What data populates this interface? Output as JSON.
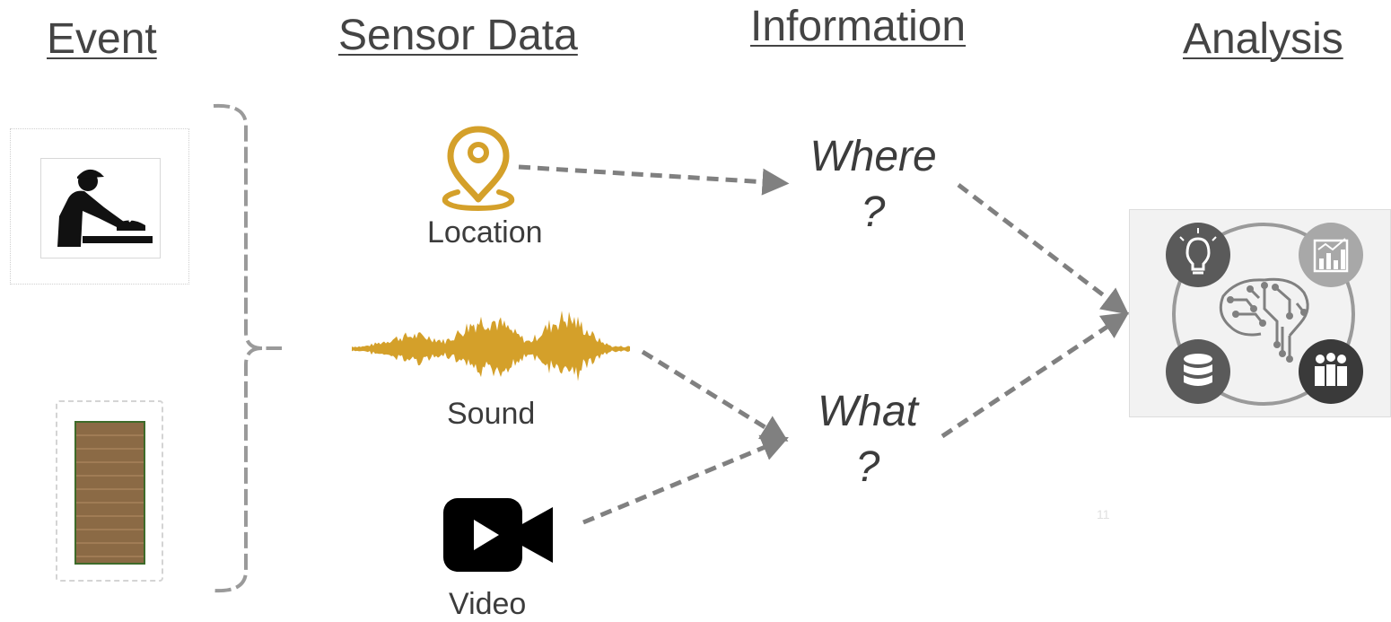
{
  "headings": {
    "event": "Event",
    "sensor_data": "Sensor Data",
    "information": "Information",
    "analysis": "Analysis"
  },
  "sensors": {
    "location": "Location",
    "sound": "Sound",
    "video": "Video"
  },
  "information": {
    "where_word": "Where",
    "where_mark": "?",
    "what_word": "What",
    "what_mark": "?"
  },
  "colors": {
    "accent": "#D4A02A",
    "arrow": "#808080",
    "text": "#3C3C3C",
    "icon_dark": "#5A5A5A",
    "icon_light": "#9A9A9A",
    "wood": "#8B6A45",
    "wood_border": "#3E6B2A"
  },
  "icons": {
    "worker": "worker-sanding-icon",
    "board": "wooden-board-icon",
    "location": "map-pin-icon",
    "sound": "sound-waveform-icon",
    "video": "video-camera-icon",
    "analysis": "ai-brain-analytics-icon"
  },
  "page_number": "11"
}
